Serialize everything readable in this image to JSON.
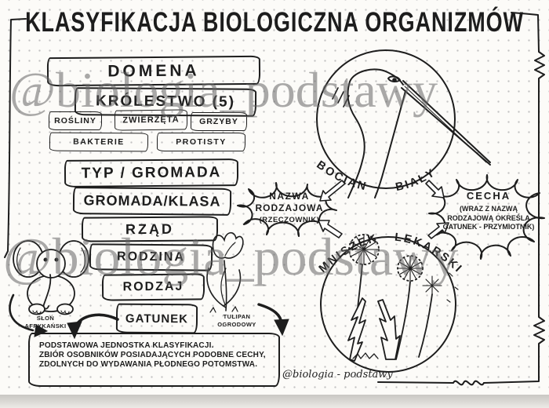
{
  "page": {
    "title": "KLASYFIKACJA BIOLOGICZNA ORGANIZMÓW",
    "watermark_text": "@biologia_podstawy",
    "signature_text": "@biologia - podstawy",
    "ink_color": "#1d1d1d",
    "paper_color": "#fcfbf8",
    "watermark_color": "#646464"
  },
  "taxonomy": {
    "levels": [
      {
        "label": "DOMENA"
      },
      {
        "label": "KRÓLESTWO (5)"
      },
      {
        "label": "TYP / GROMADA"
      },
      {
        "label": "GROMADA/KLASA"
      },
      {
        "label": "RZĄD"
      },
      {
        "label": "RODZINA"
      },
      {
        "label": "RODZAJ"
      },
      {
        "label": "GATUNEK"
      }
    ],
    "kingdoms": [
      {
        "label": "ROŚLINY"
      },
      {
        "label": "ZWIERZĘTA"
      },
      {
        "label": "GRZYBY"
      },
      {
        "label": "BAKTERIE"
      },
      {
        "label": "PROTISTY"
      }
    ]
  },
  "species_definition": {
    "line1": "PODSTAWOWA JEDNOSTKA KLASYFIKACJI.",
    "line2": "ZBIÓR OSOBNIKÓW POSIADAJĄCYCH PODOBNE CECHY,",
    "line3": "ZDOLNYCH DO WYDAWANIA PŁODNEGO POTOMSTWA."
  },
  "examples": {
    "stork": {
      "genus": "BOCIAN",
      "epithet": "BIAŁY"
    },
    "dandelion": {
      "genus": "MNISZEK",
      "epithet": "LEKARSKI"
    },
    "elephant": {
      "line1": "SŁOŃ",
      "line2": "AFRYKAŃSKI"
    },
    "tulip": {
      "line1": "TULIPAN",
      "line2": "OGRODOWY"
    }
  },
  "notes": {
    "genus_cloud": {
      "line1": "NAZWA",
      "line2": "RODZAJOWA",
      "line3": "(RZECZOWNIK)"
    },
    "species_cloud": {
      "line1": "CECHA",
      "line2": "(WRAZ Z NAZWĄ",
      "line3": "RODZAJOWĄ OKREŚLA",
      "line4": "GATUNEK - PRZYMIOTNIK)"
    }
  }
}
